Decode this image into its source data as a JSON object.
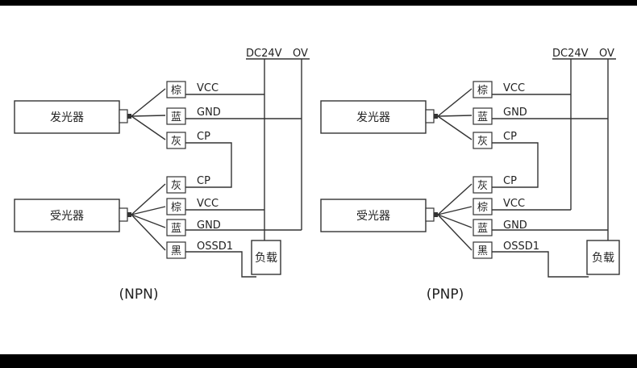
{
  "diagrams": [
    {
      "caption": "(NPN)",
      "supply_labels": {
        "dc": "DC24V",
        "zero": "OV"
      },
      "emitter": "发光器",
      "receiver": "受光器",
      "load": "负载",
      "emitter_wires": [
        {
          "color_tag": "棕",
          "signal": "VCC"
        },
        {
          "color_tag": "蓝",
          "signal": "GND"
        },
        {
          "color_tag": "灰",
          "signal": "CP"
        }
      ],
      "receiver_wires": [
        {
          "color_tag": "灰",
          "signal": "CP"
        },
        {
          "color_tag": "棕",
          "signal": "VCC"
        },
        {
          "color_tag": "蓝",
          "signal": "GND"
        },
        {
          "color_tag": "黑",
          "signal": "OSSD1"
        }
      ]
    },
    {
      "caption": "(PNP)",
      "supply_labels": {
        "dc": "DC24V",
        "zero": "OV"
      },
      "emitter": "发光器",
      "receiver": "受光器",
      "load": "负载",
      "emitter_wires": [
        {
          "color_tag": "棕",
          "signal": "VCC"
        },
        {
          "color_tag": "蓝",
          "signal": "GND"
        },
        {
          "color_tag": "灰",
          "signal": "CP"
        }
      ],
      "receiver_wires": [
        {
          "color_tag": "灰",
          "signal": "CP"
        },
        {
          "color_tag": "棕",
          "signal": "VCC"
        },
        {
          "color_tag": "蓝",
          "signal": "GND"
        },
        {
          "color_tag": "黑",
          "signal": "OSSD1"
        }
      ]
    }
  ]
}
